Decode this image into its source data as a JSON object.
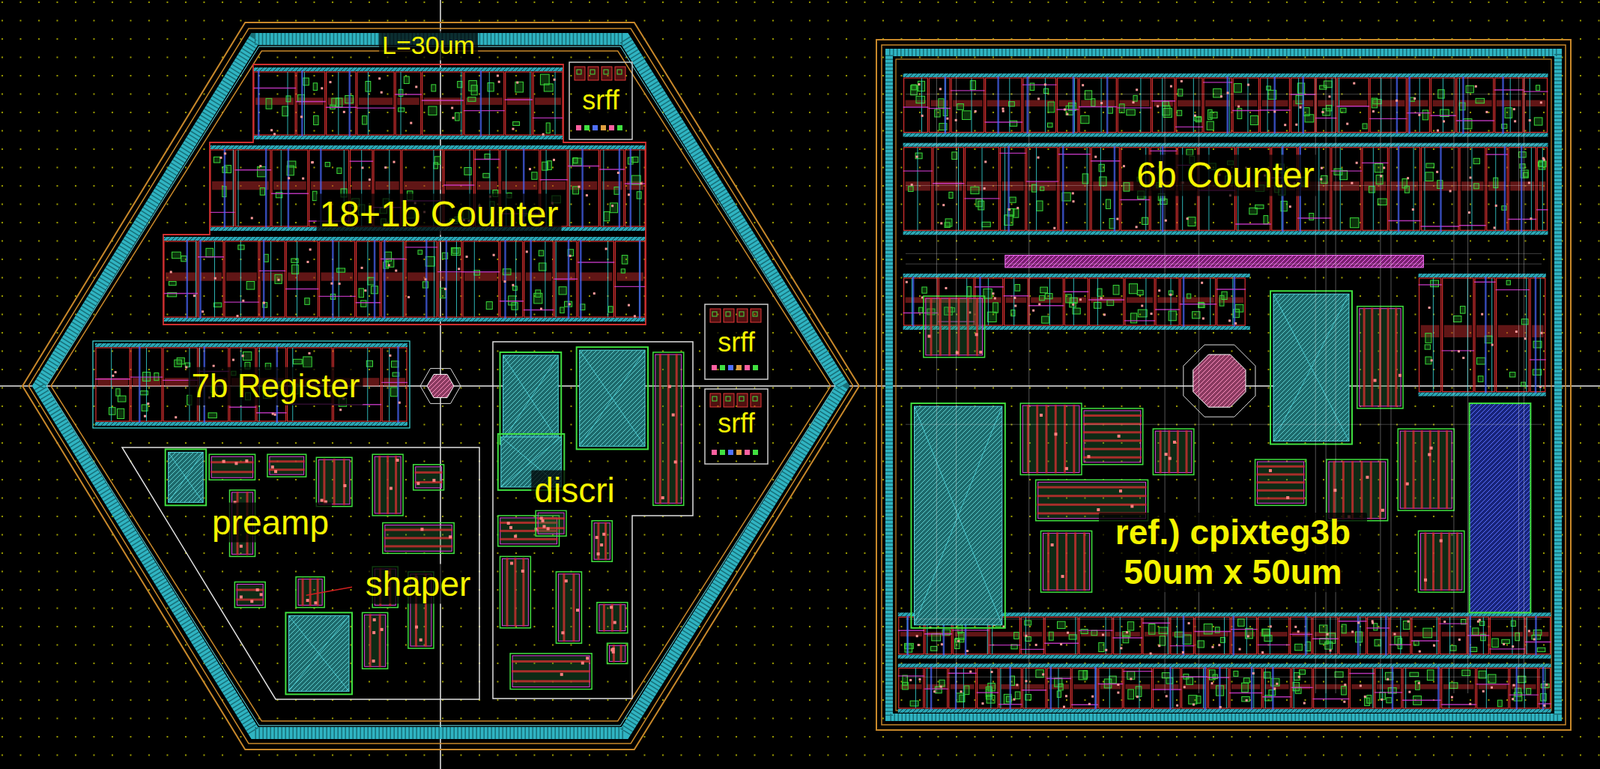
{
  "diagram": {
    "nodes": [
      {
        "text": [
          "L=30um"
        ]
      },
      {
        "text": [
          "18+1b Counter"
        ],
        "in": 0
      },
      {
        "text": [
          "srff"
        ],
        "in": 0
      },
      {
        "text": [
          "7b Register"
        ],
        "in": 0
      },
      {
        "text": [
          "srff"
        ],
        "in": 0
      },
      {
        "text": [
          "srff"
        ],
        "in": 0
      },
      {
        "text": [
          "preamp",
          "shaper"
        ],
        "in": 0
      },
      {
        "text": [
          "discri"
        ],
        "in": 0
      },
      {
        "text": [
          "6b Counter",
          "ref.) cpixteg3b 50um x 50um"
        ]
      }
    ]
  }
}
